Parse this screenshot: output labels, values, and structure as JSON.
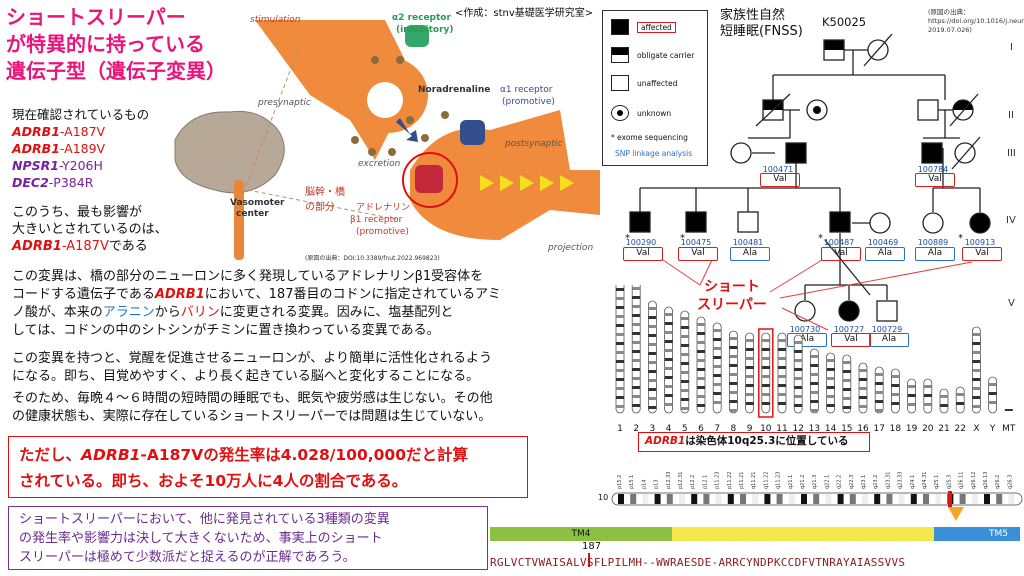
{
  "title_lines": [
    "ショートスリーパー",
    "が特異的に持っている",
    "遺伝子型（遺伝子変異）"
  ],
  "credit": "<作成：stnv基礎医学研究室>",
  "variants": {
    "heading": "現在確認されているもの",
    "items": [
      {
        "gene": "ADRB1",
        "change": "-A187V",
        "color": "#e01010"
      },
      {
        "gene": "ADRB1",
        "change": "-A189V",
        "color": "#e01010"
      },
      {
        "gene": "NPSR1",
        "change": "-Y206H",
        "color": "#7a1fa0"
      },
      {
        "gene": "DEC2",
        "change": "-P384R",
        "color": "#7a1fa0"
      }
    ]
  },
  "summary": {
    "line1": "このうち、最も影響が",
    "line2": "大きいとされているのは、",
    "gene": "ADRB1",
    "change": "-A187V",
    "tail": "である"
  },
  "para1": {
    "a": "この変異は、橋の部分のニューロンに多く発現しているアドレナリンβ1受容体を",
    "b": "コードする遺伝子である",
    "gene": "ADRB1",
    "c": "において、187番目のコドンに指定されているアミ",
    "d": "ノ酸が、本来の",
    "ala": "アラニン",
    "e": "から",
    "val": "バリン",
    "f": "に変更される変異。因みに、塩基配列と",
    "g": "しては、コドンの中のシトシンがチミンに置き換わっている変異である。"
  },
  "para2": [
    "この変異を持つと、覚醒を促進させるニューロンが、より簡単に活性化されるよう",
    "になる。即ち、目覚めやすく、より長く起きている脳へと変化することになる。"
  ],
  "para3": [
    "そのため、毎晩４～６時間の短時間の睡眠でも、眠気や疲労感は生じない。その他",
    "の健康状態も、実際に存在しているショートスリーパーでは問題は生じていない。"
  ],
  "warn": {
    "l1a": "ただし、",
    "gene": "ADRB1",
    "l1b": "-A187Vの発生率は4.028/100,000だと計算",
    "l2": "されている。即ち、およそ10万人に4人の割合である。"
  },
  "note": [
    "ショートスリーパーにおいて、他に発見されている3種類の変異",
    "の発生率や影響力は決して大きくないため、事実上のショート",
    "スリーパーは極めて少数派だと捉えるのが正解であろう。"
  ],
  "diagram": {
    "stimulation": "stimulation",
    "presynaptic": "presynaptic",
    "a2": "α2 receptor",
    "a2sub": "(inhibitory)",
    "noradrenaline": "Noradrenaline",
    "a1": "α1 receptor",
    "a1sub": "(promotive)",
    "excretion": "excretion",
    "postsynaptic": "postsynaptic",
    "vaso1": "Vasomoter",
    "vaso2": "center",
    "pons1": "脳幹・橋",
    "pons2": "の部分",
    "b1a": "アドレナリン",
    "b1b": "β1 receptor",
    "b1c": "(promotive)",
    "projection": "projection",
    "source": "(原図の出典：DOI:10.3389/fnut.2022.969823)"
  },
  "legend": {
    "affected": "affected",
    "carrier": "obligate carrier",
    "unaffected": "unaffected",
    "unknown": "unknown",
    "exome": "* exome sequencing",
    "snp": "SNP linkage analysis"
  },
  "pedigree": {
    "family1": "家族性自然",
    "family2": "短睡眠(FNSS)",
    "kindred": "K50025",
    "ref": [
      "(原図の出典：",
      "https://doi.org/10.1016/j.neuron.",
      "2019.07.026)"
    ],
    "gens": [
      "I",
      "II",
      "III",
      "IV",
      "V"
    ],
    "ids": [
      {
        "id": "100471",
        "allele": "Val"
      },
      {
        "id": "100784",
        "allele": "Val"
      },
      {
        "id": "100290",
        "allele": "Val"
      },
      {
        "id": "100475",
        "allele": "Val"
      },
      {
        "id": "100481",
        "allele": "Ala"
      },
      {
        "id": "100487",
        "allele": "Val"
      },
      {
        "id": "100469",
        "allele": "Ala"
      },
      {
        "id": "100889",
        "allele": "Ala"
      },
      {
        "id": "100913",
        "allele": "Val"
      },
      {
        "id": "100730",
        "allele": "Ala"
      },
      {
        "id": "100727",
        "allele": "Val"
      },
      {
        "id": "100729",
        "allele": "Ala"
      }
    ],
    "short_sleeper": [
      "ショート",
      "スリーパー"
    ],
    "star": "*"
  },
  "karyotype": {
    "labels": [
      "1",
      "2",
      "3",
      "4",
      "5",
      "6",
      "7",
      "8",
      "9",
      "10",
      "11",
      "12",
      "13",
      "14",
      "15",
      "16",
      "17",
      "18",
      "19",
      "20",
      "21",
      "22",
      "X",
      "Y",
      "MT"
    ],
    "note_gene": "ADRB1",
    "note_rest": "は染色体10q25.3に位置している"
  },
  "chr10": {
    "bands": [
      "p15.2",
      "p15.1",
      "p14",
      "p13",
      "p12.33",
      "p12.31",
      "p12.2",
      "p12.1",
      "p11.23",
      "p11.22",
      "p11.21",
      "q11.21",
      "q11.22",
      "q11.23",
      "q21.1",
      "q21.2",
      "q21.3",
      "q22.1",
      "q22.2",
      "q22.3",
      "q23.1",
      "q23.2",
      "q23.31",
      "q23.33",
      "q24.1",
      "q24.31",
      "q25.1",
      "q25.3",
      "q26.11",
      "q26.12",
      "q26.13",
      "q26.2",
      "q26.3"
    ],
    "label": "10"
  },
  "protein": {
    "tm4": "TM4",
    "tm5": "TM5",
    "pos": "187",
    "seq": "RGLVCTVWAISALVSFLPILMH--WWRAESDE-ARRCYNDPKCCDFVTNRAYAIASSVVS"
  }
}
